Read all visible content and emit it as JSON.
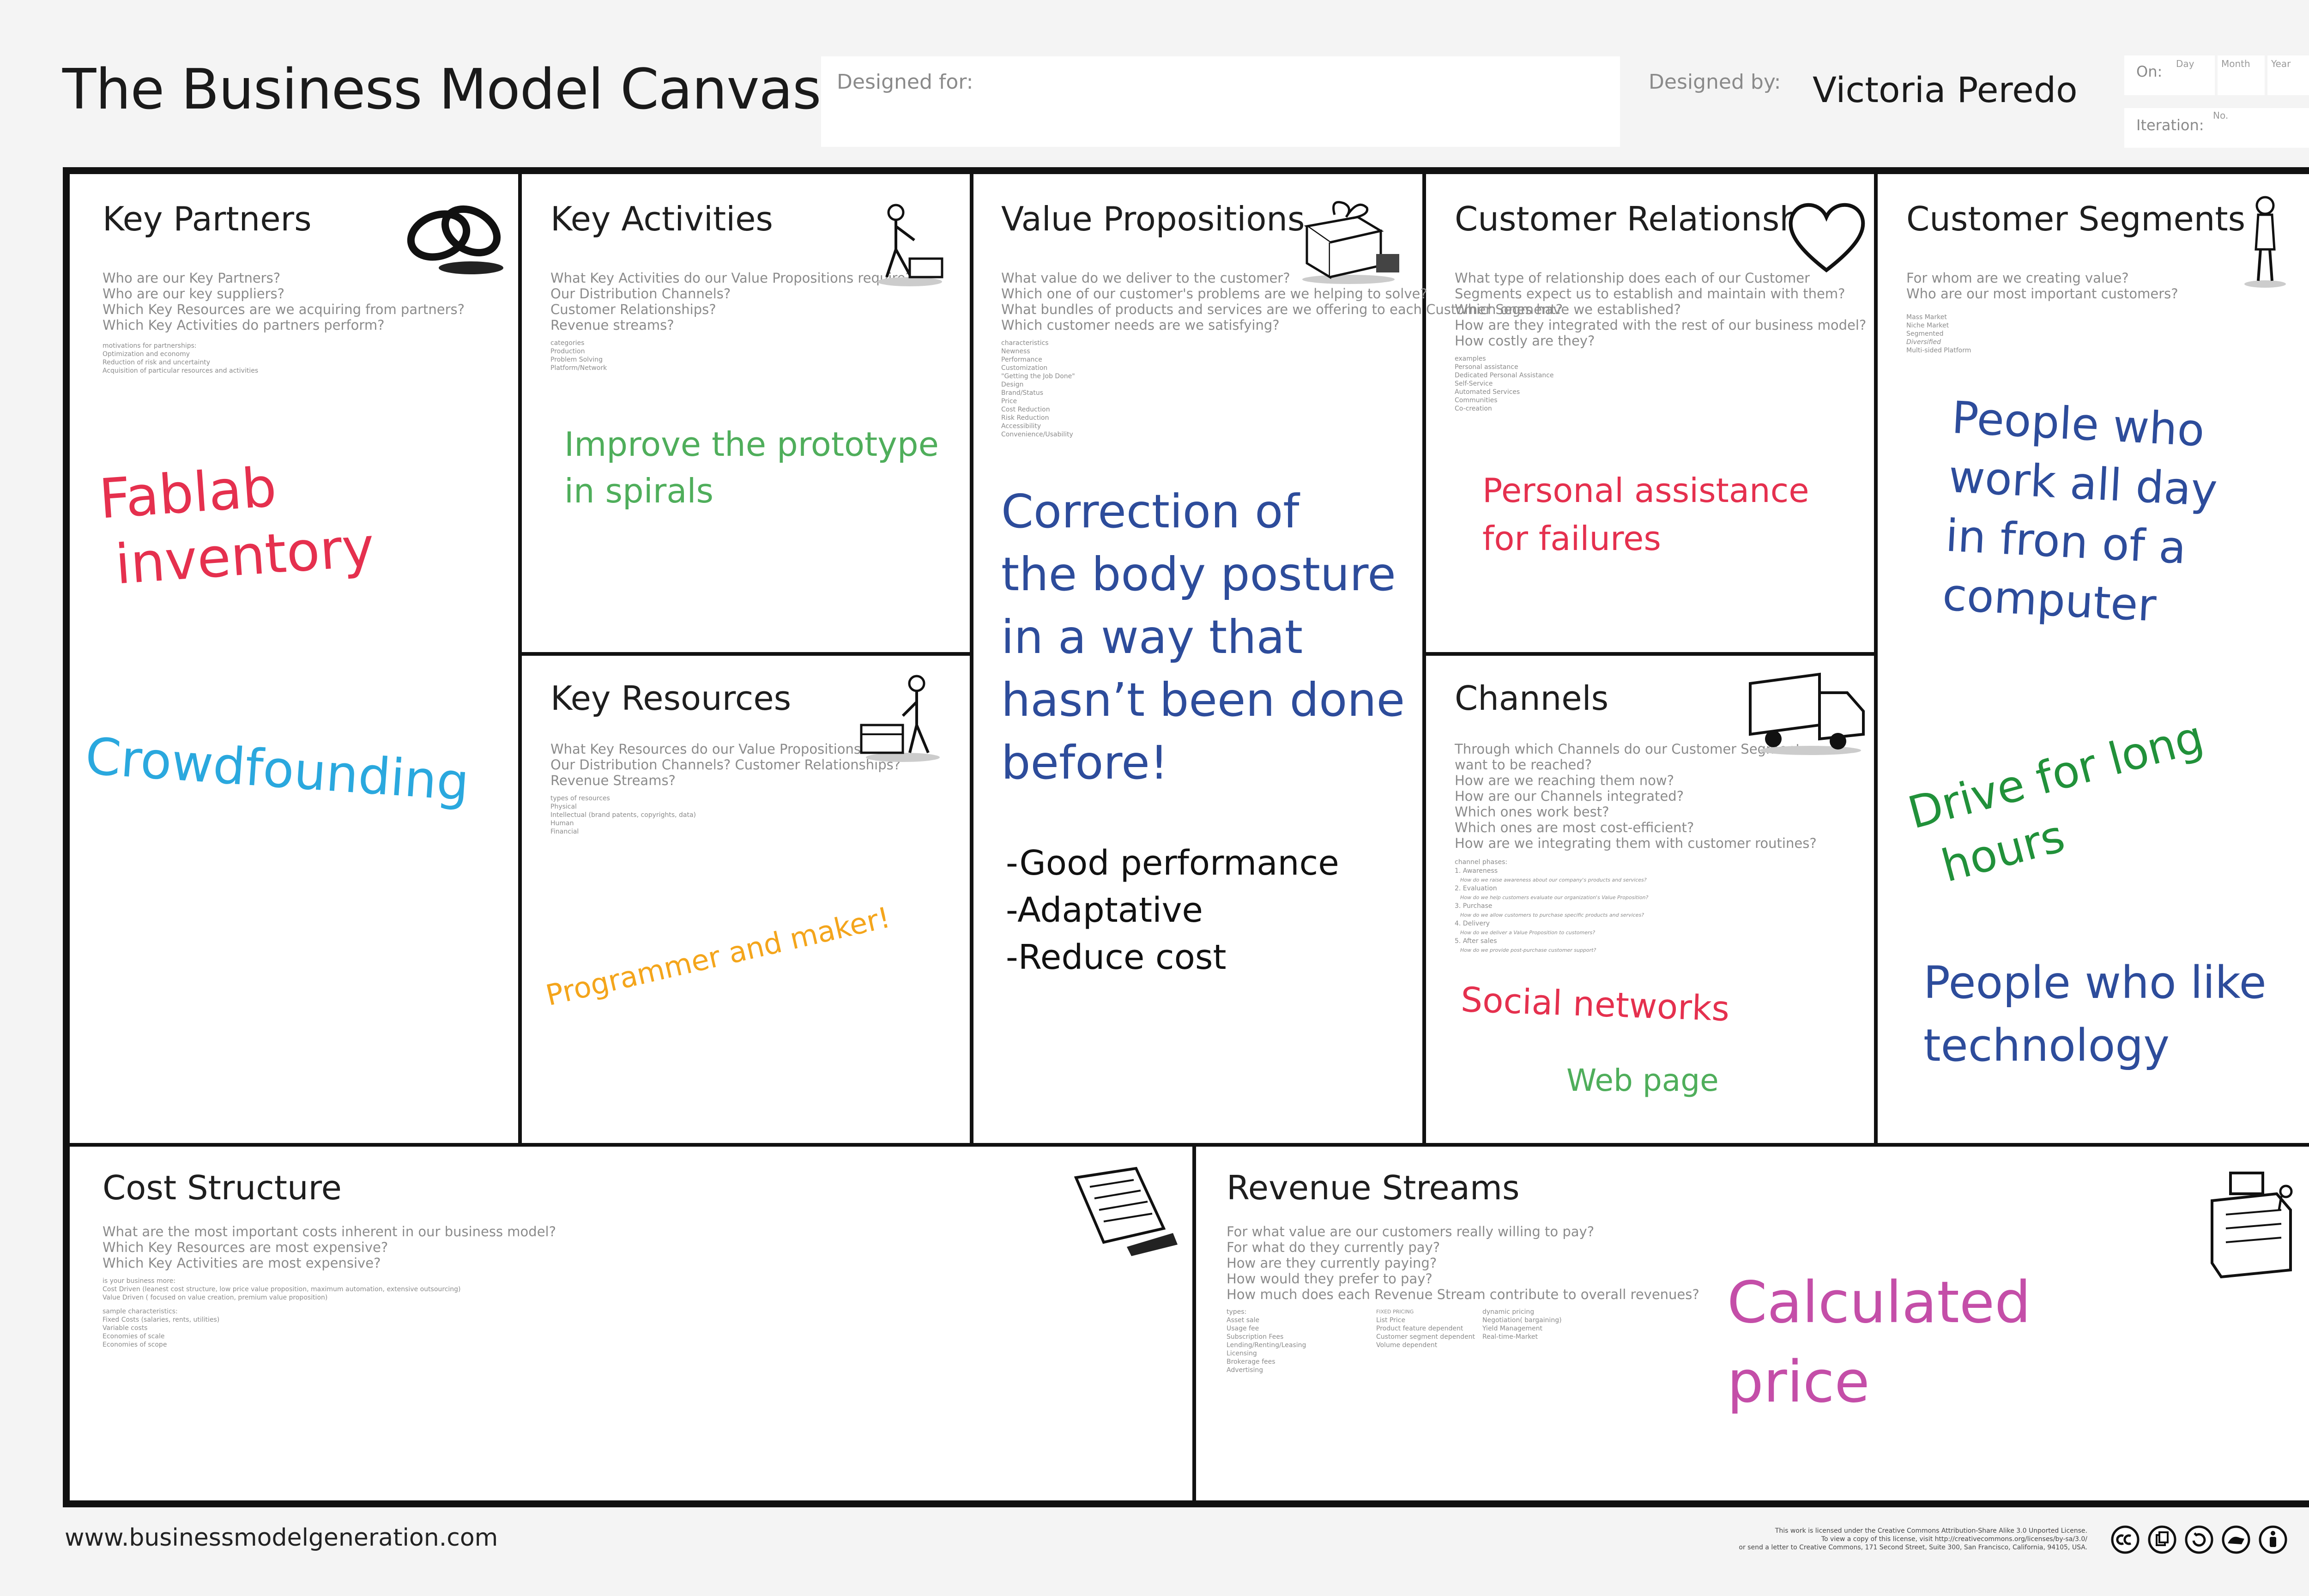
{
  "header": {
    "title": "The Business Model Canvas",
    "designed_for_label": "Designed for:",
    "designed_for_value": "",
    "designed_by_label": "Designed by:",
    "designed_by_value": "Victoria Peredo",
    "on_label": "On:",
    "day_label": "Day",
    "month_label": "Month",
    "year_label": "Year",
    "iteration_label": "Iteration:",
    "no_label": "No."
  },
  "blocks": {
    "key_partners": {
      "title": "Key Partners",
      "icon": "chain-link-icon",
      "questions": [
        "Who are our Key Partners?",
        "Who are our key suppliers?",
        "Which Key Resources are we acquiring from partners?",
        "Which Key Activities do partners perform?"
      ],
      "notes": [
        "motivations for partnerships:",
        "Optimization and economy",
        "Reduction of risk and uncertainty",
        "Acquisition of particular resources and activities"
      ]
    },
    "key_activities": {
      "title": "Key Activities",
      "icon": "worker-cart-icon",
      "questions": [
        "What Key Activities do our Value Propositions require?",
        "Our Distribution Channels?",
        "Customer Relationships?",
        "Revenue streams?"
      ],
      "notes": [
        "categories",
        "Production",
        "Problem Solving",
        "Platform/Network"
      ]
    },
    "key_resources": {
      "title": "Key Resources",
      "icon": "worker-boxes-icon",
      "questions": [
        "What Key Resources do our Value Propositions",
        "Our Distribution Channels? Customer Relationships?",
        "Revenue Streams?"
      ],
      "notes": [
        "types of resources",
        "Physical",
        "Intellectual (brand patents, copyrights, data)",
        "Human",
        "Financial"
      ]
    },
    "value_propositions": {
      "title": "Value Propositions",
      "icon": "gift-icon",
      "questions": [
        "What value do we deliver to the customer?",
        "Which one of our customer's problems are we helping to solve?",
        "What bundles of products and services are we offering to each Customer Segment?",
        "Which customer needs are we satisfying?"
      ],
      "notes": [
        "characteristics",
        "Newness",
        "Performance",
        "Customization",
        "\"Getting the Job Done\"",
        "Design",
        "Brand/Status",
        "Price",
        "Cost Reduction",
        "Risk Reduction",
        "Accessibility",
        "Convenience/Usability"
      ]
    },
    "customer_relationships": {
      "title": "Customer Relationships",
      "icon": "heart-icon",
      "questions": [
        "What type of relationship does each of our Customer",
        "Segments expect us to establish and maintain with them?",
        "Which ones have we established?",
        "How are they integrated with the rest of our business model?",
        "How costly are they?"
      ],
      "notes": [
        "examples",
        "Personal assistance",
        "Dedicated Personal Assistance",
        "Self-Service",
        "Automated Services",
        "Communities",
        "Co-creation"
      ]
    },
    "channels": {
      "title": "Channels",
      "icon": "truck-icon",
      "questions": [
        "Through which Channels do our Customer Segments",
        "want to be reached?",
        "How are we reaching them now?",
        "How are our Channels integrated?",
        "Which ones work best?",
        "Which ones are most cost-efficient?",
        "How are we integrating them with customer routines?"
      ],
      "notes": [
        "channel phases:",
        "1. Awareness",
        "How do we raise awareness about our company's products and services?",
        "2. Evaluation",
        "How do we help customers evaluate our organization's Value Proposition?",
        "3. Purchase",
        "How do we allow customers to purchase specific products and services?",
        "4. Delivery",
        "How do we deliver a Value Proposition to customers?",
        "5. After sales",
        "How do we provide post-purchase customer support?"
      ]
    },
    "customer_segments": {
      "title": "Customer Segments",
      "icon": "person-standing-icon",
      "questions": [
        "For whom are we creating value?",
        "Who are our most important customers?"
      ],
      "notes": [
        "Mass Market",
        "Niche Market",
        "Segmented",
        "Diversified",
        "Multi-sided Platform"
      ]
    },
    "cost_structure": {
      "title": "Cost Structure",
      "icon": "receipt-icon",
      "questions": [
        "What are the most important costs inherent in our business model?",
        "Which Key Resources are most expensive?",
        "Which Key Activities are most expensive?"
      ],
      "notes": [
        "is your business more:",
        "Cost Driven (leanest cost structure, low price value proposition, maximum automation, extensive outsourcing)",
        "Value Driven ( focused on value creation, premium value proposition)",
        "",
        "sample characteristics:",
        "Fixed Costs (salaries, rents, utilities)",
        "Variable costs",
        "Economies of scale",
        "Economies of scope"
      ]
    },
    "revenue_streams": {
      "title": "Revenue Streams",
      "icon": "cash-register-icon",
      "questions": [
        "For what value are our customers really willing to pay?",
        "For what do they currently pay?",
        "How are they currently paying?",
        "How would they prefer to pay?",
        "How much does each Revenue Stream contribute to overall revenues?"
      ],
      "notes_col1": [
        "types:",
        "Asset sale",
        "Usage fee",
        "Subscription Fees",
        "Lending/Renting/Leasing",
        "Licensing",
        "Brokerage fees",
        "Advertising"
      ],
      "notes_col2": [
        "fixed pricing",
        "List Price",
        "Product feature dependent",
        "Customer segment dependent",
        "Volume dependent"
      ],
      "notes_col3": [
        "dynamic pricing",
        "Negotiation( bargaining)",
        "Yield Management",
        "Real-time-Market"
      ]
    }
  },
  "handwritten": {
    "fablab_inventory_1": "Fablab",
    "fablab_inventory_2": "inventory",
    "crowdfounding": "Crowdfounding",
    "improve_1": "Improve the prototype",
    "improve_2": "in spirals",
    "programmer": "Programmer and maker!",
    "vp_main_1": "Correction of",
    "vp_main_2": "the body posture",
    "vp_main_3": "in a way that",
    "vp_main_4": "hasn’t been done",
    "vp_main_5": "before!",
    "vp_list_1": "-Good performance",
    "vp_list_2": "-Adaptative",
    "vp_list_3": "-Reduce cost",
    "personal_1": "Personal assistance",
    "personal_2": "for failures",
    "social_networks": "Social networks",
    "web_page": "Web page",
    "cs_people_1": "People who",
    "cs_people_2": "work all day",
    "cs_people_3": "in fron of a",
    "cs_people_4": "computer",
    "drive_1": "Drive for long",
    "drive_2": "hours",
    "tech_1": "People who like",
    "tech_2": "technology",
    "calc_1": "Calculated",
    "calc_2": "price"
  },
  "footer": {
    "url": "www.businessmodelgeneration.com",
    "license_lines": [
      "This work is licensed under the Creative Commons Attribution-Share Alike 3.0 Unported License.",
      "To view a copy of this license, visit http://creativecommons.org/licenses/by-sa/3.0/",
      "or send a letter to Creative Commons, 171 Second Street, Suite 300, San Francisco, California, 94105, USA."
    ],
    "license_icons": [
      "cc-icon",
      "copy-icon",
      "remix-icon",
      "share-alike-icon",
      "attribution-icon"
    ]
  },
  "colors": {
    "red": "#e5304e",
    "blue": "#2aa8de",
    "green": "#4fae5b",
    "orange": "#f4a51b",
    "navy": "#2d4c9b",
    "darkgreen": "#21913a",
    "magenta": "#c44ea8",
    "black": "#111111"
  }
}
